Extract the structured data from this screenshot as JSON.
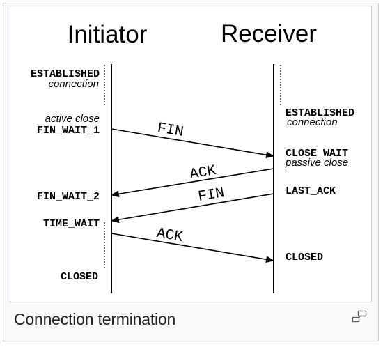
{
  "diagram": {
    "headers": {
      "initiator": "Initiator",
      "receiver": "Receiver"
    },
    "initiator_labels": {
      "established": "ESTABLISHED",
      "connection": "connection",
      "active_close": "active close",
      "fin_wait_1": "FIN_WAIT_1",
      "fin_wait_2": "FIN_WAIT_2",
      "time_wait": "TIME_WAIT",
      "closed": "CLOSED"
    },
    "receiver_labels": {
      "established": "ESTABLISHED",
      "connection": "connection",
      "close_wait": "CLOSE_WAIT",
      "passive_close": "passive close",
      "last_ack": "LAST_ACK",
      "closed": "CLOSED"
    },
    "messages": {
      "fin1": "FIN",
      "ack1": "ACK",
      "fin2": "FIN",
      "ack2": "ACK"
    }
  },
  "caption": "Connection termination",
  "icons": {
    "enlarge": "magnify-clip-icon"
  }
}
